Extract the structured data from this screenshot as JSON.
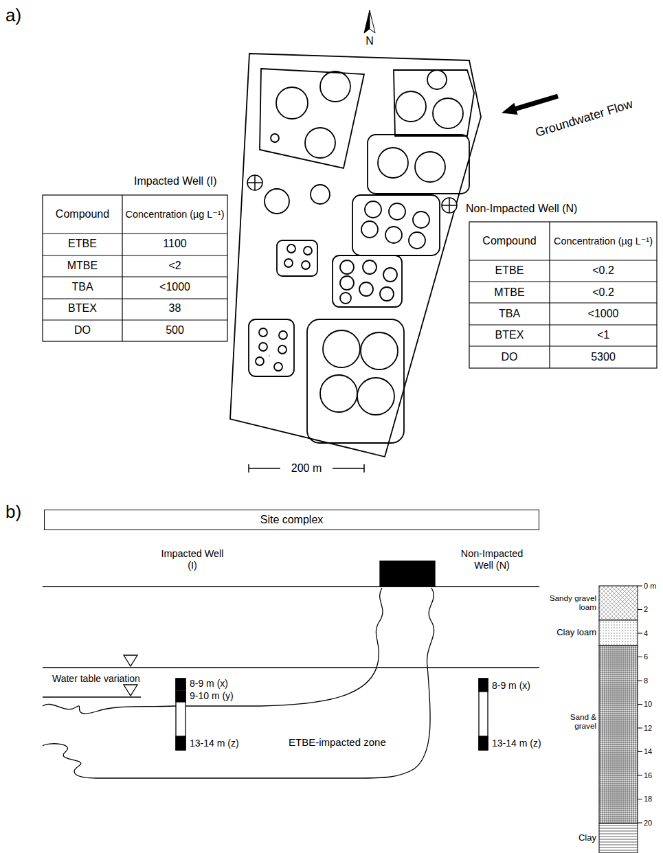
{
  "diagram": {
    "nodes": [
      {
        "text": [
          "Site complex"
        ]
      }
    ],
    "labels": [
      "a)",
      "N",
      "Groundwater Flow",
      "Impacted Well (I)",
      "Compound",
      "Concentration (µg L⁻¹)",
      "ETBE",
      "1100",
      "MTBE",
      "<2",
      "TBA",
      "<1000",
      "BTEX",
      "38",
      "DO",
      "500",
      "Non-Impacted Well (N)",
      "Compound",
      "Concentration (µg L⁻¹)",
      "ETBE",
      "<0.2",
      "MTBE",
      "<0.2",
      "TBA",
      "<1000",
      "BTEX",
      "<1",
      "DO",
      "5300",
      "200 m",
      "b)",
      "Impacted Well (I)",
      "Non-Impacted Well (N)",
      "Water table variation",
      "8-9 m (x)",
      "9-10 m (y)",
      "13-14 m (z)",
      "ETBE-impacted zone",
      "8-9 m (x)",
      "13-14 m (z)",
      "Sandy gravel loam",
      "Clay loam",
      "Sand & gravel",
      "Clay",
      "0 m",
      "2",
      "4",
      "6",
      "8",
      "10",
      "12",
      "14",
      "16",
      "18",
      "20"
    ]
  }
}
